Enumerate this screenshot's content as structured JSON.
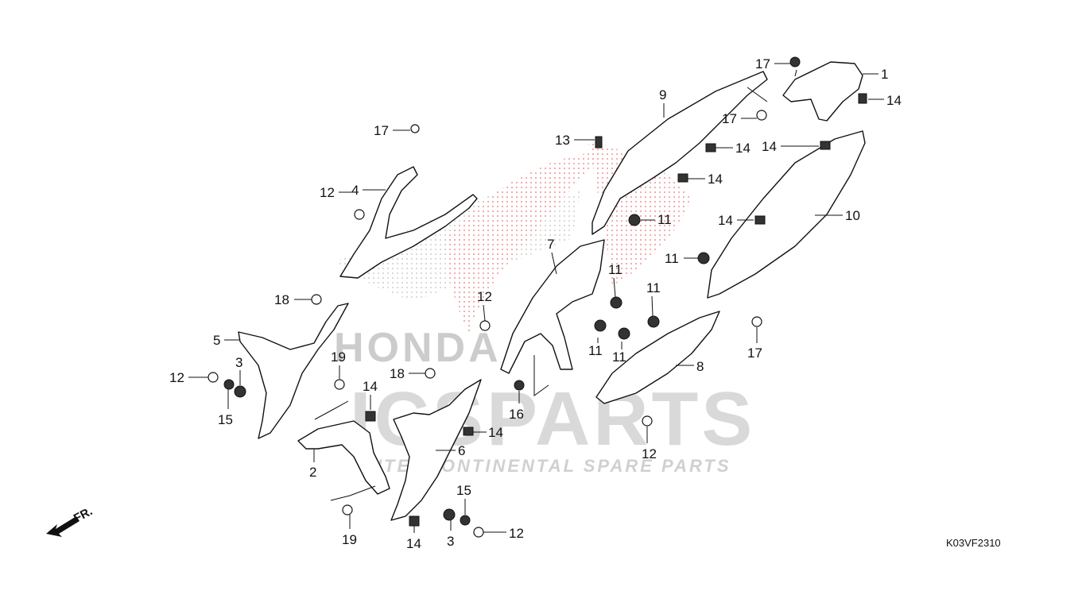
{
  "watermark": {
    "brand_text": "ICSPARTS",
    "tagline": "INTERCONTINENTAL SPARE PARTS",
    "logo_text": "HONDA"
  },
  "diagram_code": "K03VF2310",
  "direction_label": "FR.",
  "callouts": [
    {
      "id": "c1",
      "text": "1"
    },
    {
      "id": "c14a",
      "text": "14"
    },
    {
      "id": "c17a",
      "text": "17"
    },
    {
      "id": "c17b",
      "text": "17"
    },
    {
      "id": "c9",
      "text": "9"
    },
    {
      "id": "c14b",
      "text": "14"
    },
    {
      "id": "c14c",
      "text": "14"
    },
    {
      "id": "c14d",
      "text": "14"
    },
    {
      "id": "c13",
      "text": "13"
    },
    {
      "id": "c17c",
      "text": "17"
    },
    {
      "id": "c4",
      "text": "4"
    },
    {
      "id": "c12a",
      "text": "12"
    },
    {
      "id": "c11a",
      "text": "11"
    },
    {
      "id": "c14e",
      "text": "14"
    },
    {
      "id": "c10",
      "text": "10"
    },
    {
      "id": "c11b",
      "text": "11"
    },
    {
      "id": "c7",
      "text": "7"
    },
    {
      "id": "c11c",
      "text": "11"
    },
    {
      "id": "c11d",
      "text": "11"
    },
    {
      "id": "c18a",
      "text": "18"
    },
    {
      "id": "c12b",
      "text": "12"
    },
    {
      "id": "c5",
      "text": "5"
    },
    {
      "id": "c11e",
      "text": "11"
    },
    {
      "id": "c11f",
      "text": "11"
    },
    {
      "id": "c17d",
      "text": "17"
    },
    {
      "id": "c3a",
      "text": "3"
    },
    {
      "id": "c19a",
      "text": "19"
    },
    {
      "id": "c12c",
      "text": "12"
    },
    {
      "id": "c18b",
      "text": "18"
    },
    {
      "id": "c8",
      "text": "8"
    },
    {
      "id": "c15a",
      "text": "15"
    },
    {
      "id": "c14f",
      "text": "14"
    },
    {
      "id": "c16",
      "text": "16"
    },
    {
      "id": "c14g",
      "text": "14"
    },
    {
      "id": "c6",
      "text": "6"
    },
    {
      "id": "c2",
      "text": "2"
    },
    {
      "id": "c12d",
      "text": "12"
    },
    {
      "id": "c15b",
      "text": "15"
    },
    {
      "id": "c19b",
      "text": "19"
    },
    {
      "id": "c14h",
      "text": "14"
    },
    {
      "id": "c3b",
      "text": "3"
    },
    {
      "id": "c12e",
      "text": "12"
    }
  ]
}
